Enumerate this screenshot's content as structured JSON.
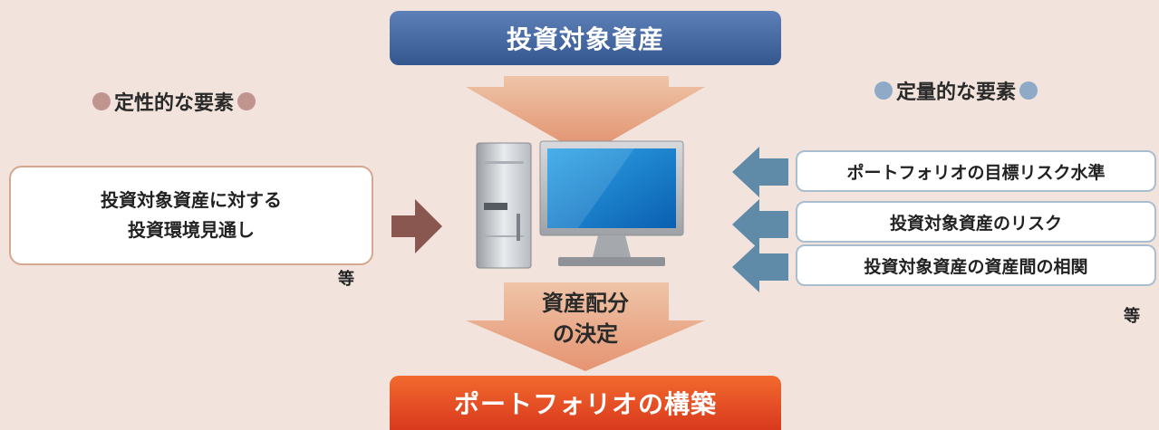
{
  "diagram": {
    "title": "投資対象資産",
    "bottom": "ポートフォリオの構築",
    "decision_line1": "資産配分",
    "decision_line2": "の決定",
    "qualitative": {
      "heading": "定性的な要素",
      "item_line1": "投資対象資産に対する",
      "item_line2": "投資環境見通し",
      "etc": "等"
    },
    "quantitative": {
      "heading": "定量的な要素",
      "items": [
        "ポートフォリオの目標リスク水準",
        "投資対象資産のリスク",
        "投資対象資産の資産間の相関"
      ],
      "etc": "等"
    },
    "colors": {
      "top_box": "#34578f",
      "bottom_box": "#e04a22",
      "left_arrow": "#8a5650",
      "right_arrows": "#5f8aa8",
      "big_arrows": "#e7a07e"
    }
  }
}
